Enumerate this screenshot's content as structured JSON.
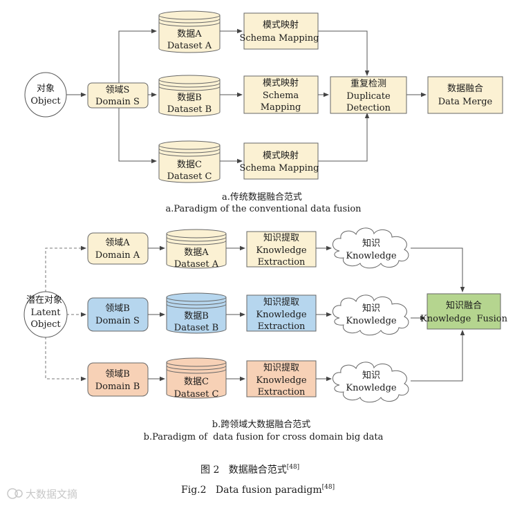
{
  "part_a": {
    "object": {
      "zh": "对象",
      "en": "Object"
    },
    "domain": {
      "zh": "领域S",
      "en": "Domain S"
    },
    "datasets": [
      {
        "zh": "数据A",
        "en": "Dataset A"
      },
      {
        "zh": "数据B",
        "en": "Dataset B"
      },
      {
        "zh": "数据C",
        "en": "Dataset C"
      }
    ],
    "schema_mapping": [
      {
        "zh": "模式映射",
        "en": "Schema Mapping"
      },
      {
        "zh": "模式映射",
        "en1": "Schema",
        "en2": "Mapping"
      },
      {
        "zh": "模式映射",
        "en": "Schema Mapping"
      }
    ],
    "duplicate": {
      "zh": "重复检测",
      "en1": "Duplicate",
      "en2": "Detection"
    },
    "merge": {
      "zh": "数据融合",
      "en": "Data Merge"
    },
    "caption_zh": "a.传统数据融合范式",
    "caption_en": "a.Paradigm of the conventional data fusion"
  },
  "part_b": {
    "latent": {
      "zh": "潜在对象",
      "en1": "Latent",
      "en2": "Object"
    },
    "domains": [
      {
        "zh": "领域A",
        "en": "Domain A"
      },
      {
        "zh": "领域B",
        "en": "Domain S"
      },
      {
        "zh": "领域B",
        "en": "Domain B"
      }
    ],
    "datasets": [
      {
        "zh": "数据A",
        "en": "Dataset A"
      },
      {
        "zh": "数据B",
        "en": "Dataset B"
      },
      {
        "zh": "数据C",
        "en": "Dataset C"
      }
    ],
    "extraction": [
      {
        "zh": "知识提取",
        "en1": "Knowledge",
        "en2": "Extraction"
      },
      {
        "zh": "知识提取",
        "en1": "Knowledge",
        "en2": "Extraction"
      },
      {
        "zh": "知识提取",
        "en1": "Knowledge",
        "en2": "Extraction"
      }
    ],
    "knowledge": [
      {
        "zh": "知识",
        "en": "Knowledge"
      },
      {
        "zh": "知识",
        "en": "Knowledge"
      },
      {
        "zh": "知识",
        "en": "Knowledge"
      }
    ],
    "fusion": {
      "zh": "知识融合",
      "en": "Knowledge  Fusion"
    },
    "caption_zh": "b.跨领域大数据融合范式",
    "caption_en": "b.Paradigm of  data fusion for cross domain big data"
  },
  "figure": {
    "title_zh": "图 2   数据融合范式",
    "title_zh_ref": "[48]",
    "title_en": "Fig.2   Data fusion paradigm",
    "title_en_ref": "[48]"
  },
  "watermark": "大数据文摘",
  "colors": {
    "yellow": "#fbf1d3",
    "blue": "#b6d6ee",
    "orange": "#f7d1b6",
    "green": "#b5d58f",
    "line": "#555555"
  }
}
